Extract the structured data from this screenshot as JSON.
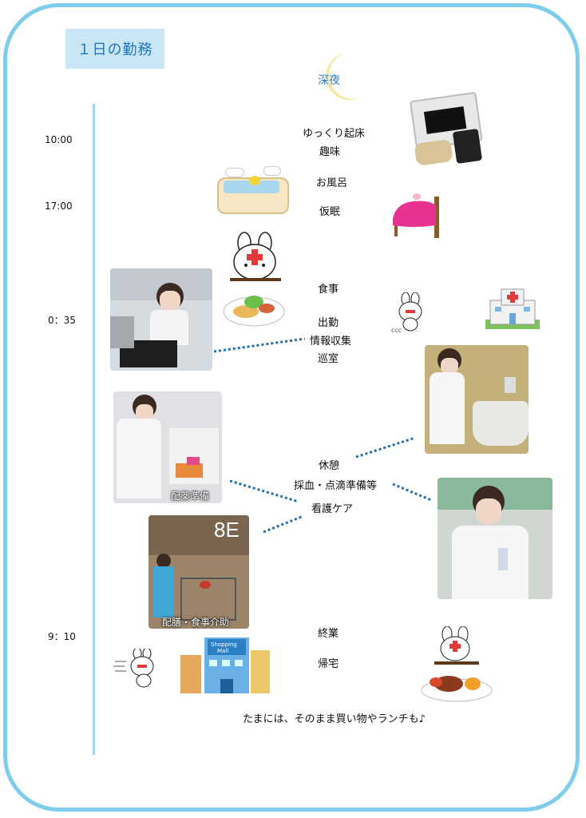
{
  "title": "１日の勤務",
  "moon_label": "深夜",
  "times": {
    "t1": "10:00",
    "t2": "17:00",
    "t3": "0：35",
    "t4": "9：10"
  },
  "activities": {
    "wake": "ゆっくり起床",
    "hobby": "趣味",
    "bath": "お風呂",
    "nap": "仮眠",
    "meal": "食事",
    "commute": "出勤",
    "info": "情報収集",
    "rounds": "巡室",
    "break": "休憩",
    "prep": "採血・点滴準備等",
    "care": "看護ケア",
    "end": "終業",
    "home": "帰宅"
  },
  "captions": {
    "med_prep": "配薬準備",
    "meal_help": "配膳・食事介助",
    "ward_sign": "8E"
  },
  "footer": "たまには、そのまま買い物やランチも♪",
  "colors": {
    "frame": "#7fcdec",
    "title_bg": "#c9e6f7",
    "title_text": "#1c74c4",
    "timeline": "#a9d5f3",
    "dotted_line": "#1f6fb0",
    "moon": "#f5eba0"
  }
}
